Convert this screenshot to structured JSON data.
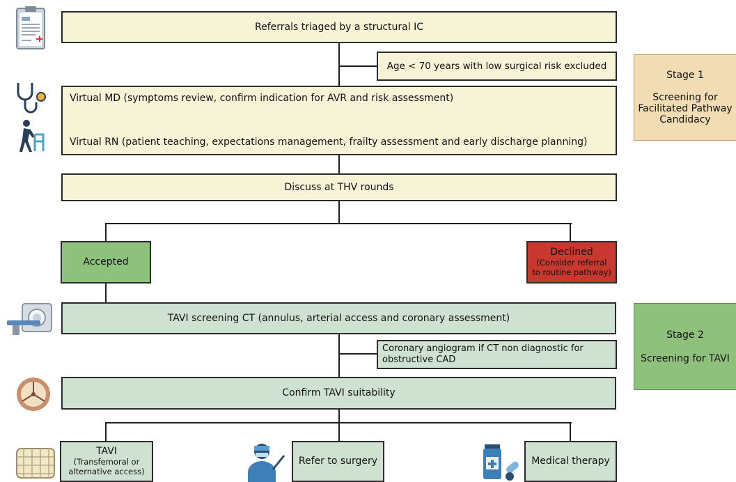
{
  "boxes": {
    "referrals": "Referrals triaged by a structural IC",
    "age_excluded": "Age < 70 years with low surgical risk excluded",
    "virtual_md": "Virtual MD (symptoms review, confirm indication for AVR and risk assessment)",
    "virtual_rn": "Virtual RN (patient teaching, expectations management, frailty assessment and early discharge planning)",
    "thv_rounds": "Discuss at THV rounds",
    "accepted": "Accepted",
    "declined_title": "Declined",
    "declined_note_1": "(Consider referral",
    "declined_note_2": "to routine pathway)",
    "tavi_ct": "TAVI screening CT (annulus, arterial access and coronary assessment)",
    "angiogram_1": "Coronary angiogram if CT non diagnostic for",
    "angiogram_2": "obstructive CAD",
    "confirm_tavi": "Confirm TAVI suitability",
    "tavi_title": "TAVI",
    "tavi_note_1": "(Transfemoral or",
    "tavi_note_2": "alternative access)",
    "refer_surgery": "Refer to surgery",
    "medical_therapy": "Medical therapy"
  },
  "stages": {
    "stage1_title": "Stage 1",
    "stage1_line1": "Screening for",
    "stage1_line2": "Facilitated Pathway",
    "stage1_line3": "Candidacy",
    "stage2_title": "Stage 2",
    "stage2_line1": "Screening for TAVI"
  },
  "colors": {
    "yellow_box": "#f7f3d6",
    "light_green_box": "#cfe2d1",
    "accepted_green": "#8ec27c",
    "declined_red": "#c9382e",
    "stage1_bg": "#f2dcb3",
    "stage2_bg": "#8ec27c"
  }
}
